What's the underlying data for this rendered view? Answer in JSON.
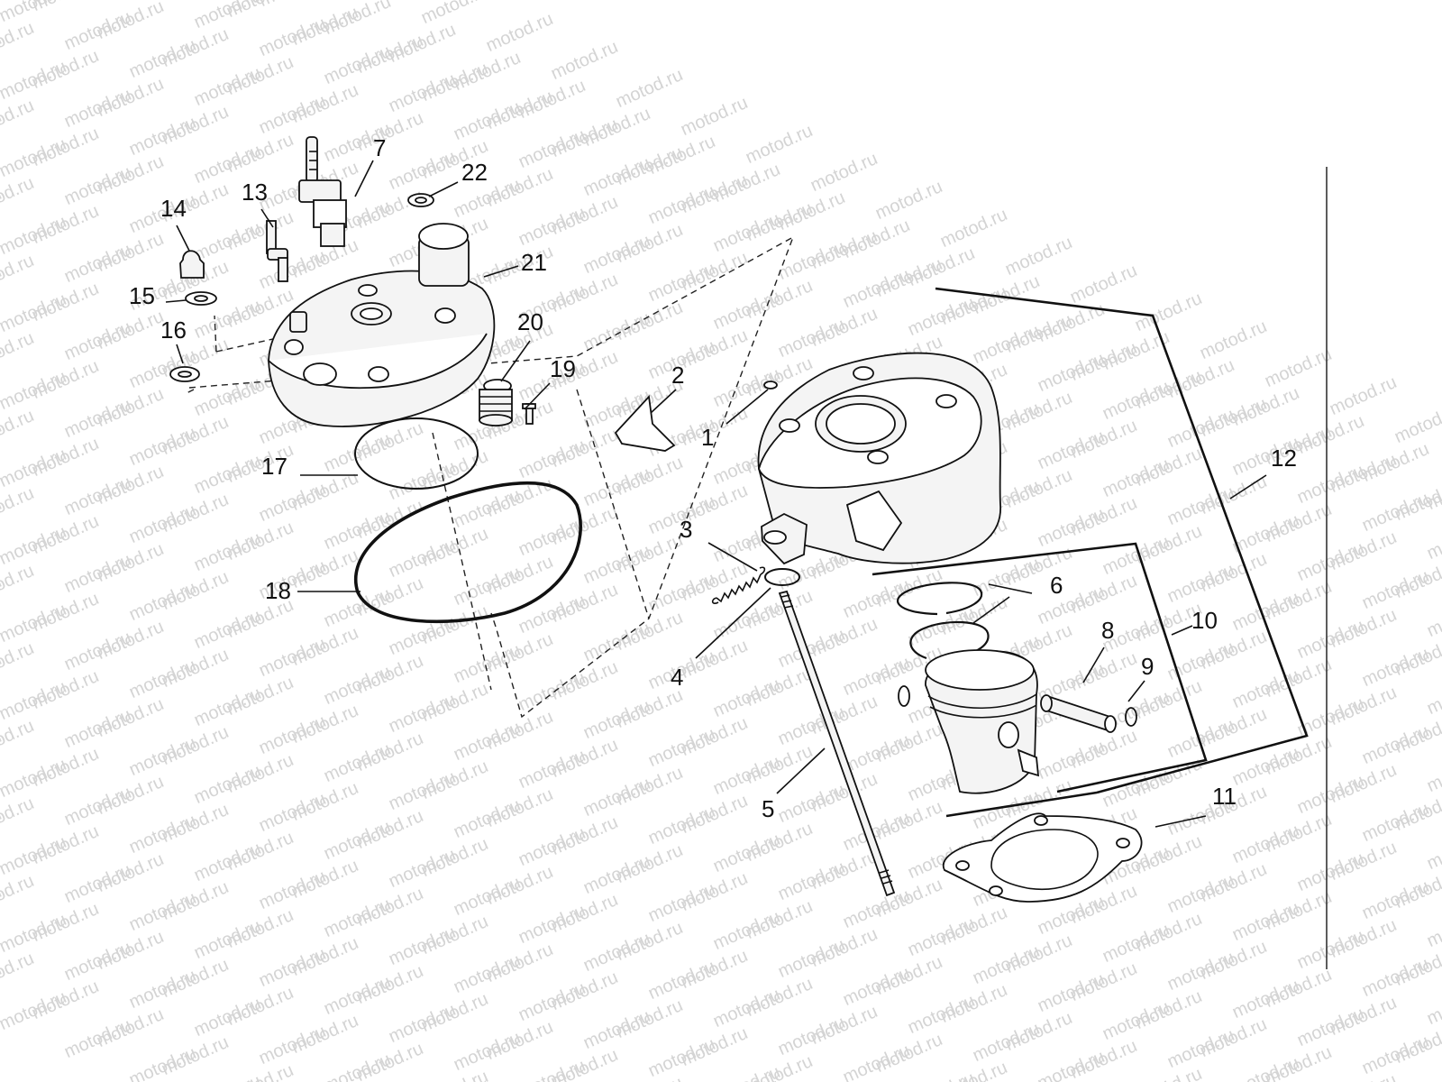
{
  "watermark": {
    "text": "motod.ru"
  },
  "callouts": [
    {
      "id": "c1",
      "label": "1"
    },
    {
      "id": "c2",
      "label": "2"
    },
    {
      "id": "c3",
      "label": "3"
    },
    {
      "id": "c4",
      "label": "4"
    },
    {
      "id": "c5",
      "label": "5"
    },
    {
      "id": "c6",
      "label": "6"
    },
    {
      "id": "c7",
      "label": "7"
    },
    {
      "id": "c8",
      "label": "8"
    },
    {
      "id": "c9",
      "label": "9"
    },
    {
      "id": "c10",
      "label": "10"
    },
    {
      "id": "c11",
      "label": "11"
    },
    {
      "id": "c12",
      "label": "12"
    },
    {
      "id": "c13",
      "label": "13"
    },
    {
      "id": "c14",
      "label": "14"
    },
    {
      "id": "c15",
      "label": "15"
    },
    {
      "id": "c16",
      "label": "16"
    },
    {
      "id": "c17",
      "label": "17"
    },
    {
      "id": "c18",
      "label": "18"
    },
    {
      "id": "c19",
      "label": "19"
    },
    {
      "id": "c20",
      "label": "20"
    },
    {
      "id": "c21",
      "label": "21"
    },
    {
      "id": "c22",
      "label": "22"
    }
  ]
}
